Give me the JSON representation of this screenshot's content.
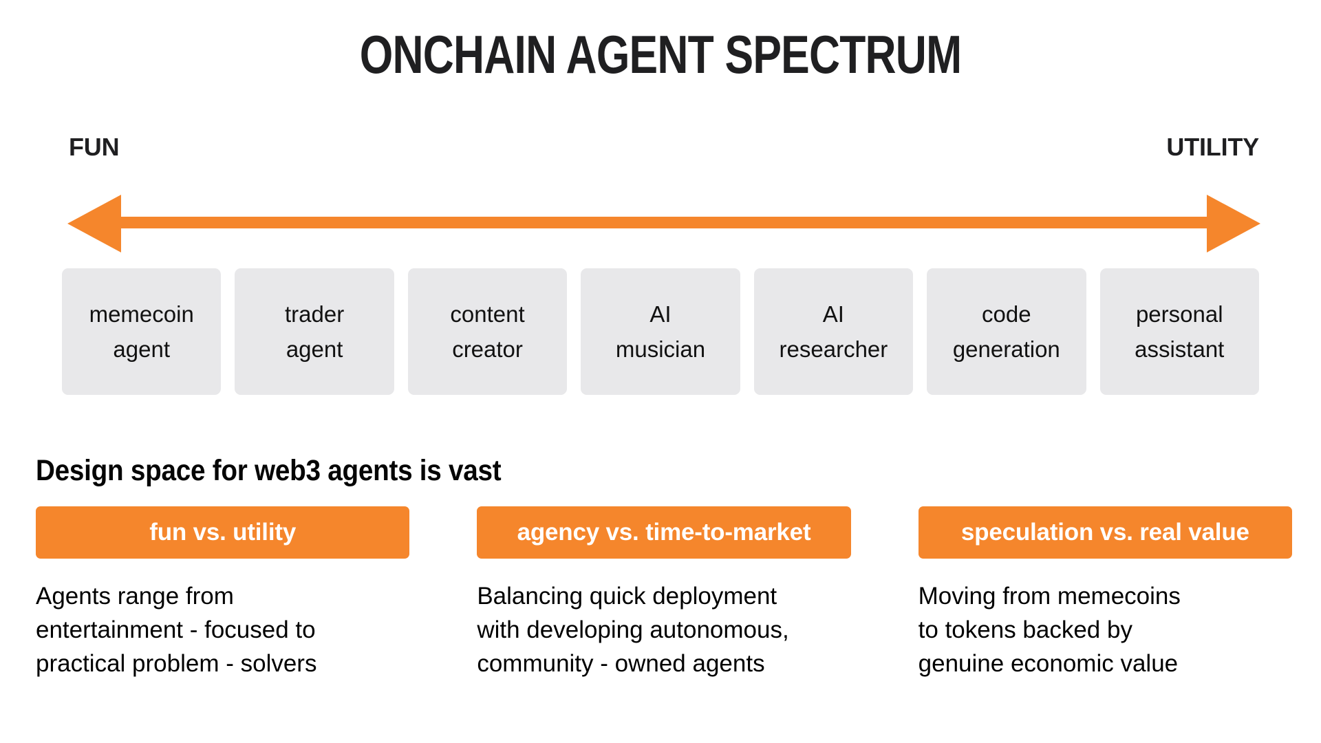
{
  "title": "ONCHAIN AGENT SPECTRUM",
  "colors": {
    "accent_orange": "#f5862c",
    "box_gray": "#e8e8ea",
    "title_black": "#1f1f21",
    "background": "#ffffff"
  },
  "spectrum": {
    "left_label": "FUN",
    "right_label": "UTILITY",
    "arrow_icon": "double-headed-horizontal-arrow",
    "categories": [
      {
        "line1": "memecoin",
        "line2": "agent"
      },
      {
        "line1": "trader",
        "line2": "agent"
      },
      {
        "line1": "content",
        "line2": "creator"
      },
      {
        "line1": "AI",
        "line2": "musician"
      },
      {
        "line1": "AI",
        "line2": "researcher"
      },
      {
        "line1": "code",
        "line2": "generation"
      },
      {
        "line1": "personal",
        "line2": "assistant"
      }
    ]
  },
  "design_space": {
    "heading": "Design space for web3 agents is vast",
    "columns": [
      {
        "pill": "fun vs. utility",
        "body_line1": "Agents range from",
        "body_line2": "entertainment - focused to",
        "body_line3": "practical problem - solvers"
      },
      {
        "pill": "agency vs. time-to-market",
        "body_line1": "Balancing quick deployment",
        "body_line2": "with developing autonomous,",
        "body_line3": "community - owned agents"
      },
      {
        "pill": "speculation vs. real value",
        "body_line1": "Moving from memecoins",
        "body_line2": "to tokens backed by",
        "body_line3": "genuine economic value"
      }
    ]
  }
}
